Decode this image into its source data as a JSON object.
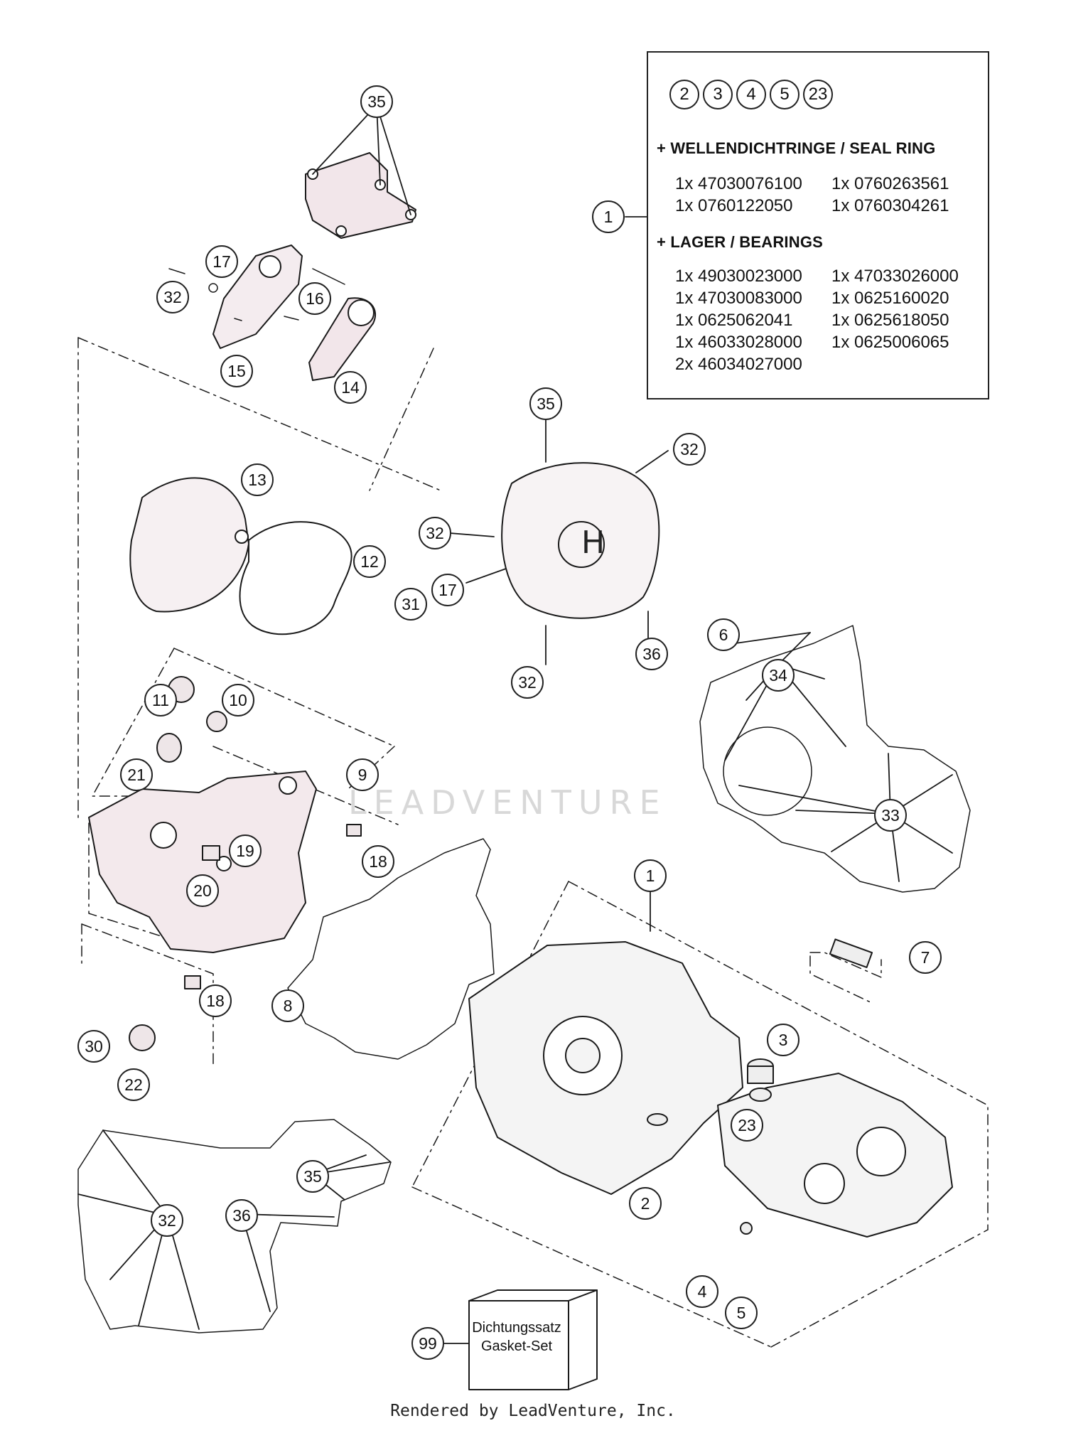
{
  "parts_box": {
    "circles": [
      "2",
      "3",
      "4",
      "5",
      "23"
    ],
    "seal_heading": "+ WELLENDICHTRINGE / SEAL RING",
    "seal_rows": [
      [
        "1x 47030076100",
        "1x 0760263561"
      ],
      [
        "1x 0760122050",
        "1x 0760304261"
      ]
    ],
    "bearing_heading": "+ LAGER / BEARINGS",
    "bearing_rows": [
      [
        "1x 49030023000",
        "1x 47033026000"
      ],
      [
        "1x 47030083000",
        "1x 0625160020"
      ],
      [
        "1x 0625062041",
        "1x 0625618050"
      ],
      [
        "1x 46033028000",
        "1x 0625006065"
      ],
      [
        "2x 46034027000",
        ""
      ]
    ]
  },
  "callouts": [
    "35",
    "17",
    "32",
    "16",
    "15",
    "14",
    "13",
    "12",
    "35",
    "32",
    "32",
    "17",
    "31",
    "32",
    "36",
    "6",
    "34",
    "33",
    "11",
    "10",
    "21",
    "9",
    "19",
    "20",
    "18",
    "18",
    "8",
    "30",
    "22",
    "1",
    "7",
    "3",
    "23",
    "2",
    "4",
    "5",
    "32",
    "35",
    "36",
    "99",
    "1"
  ],
  "gasket_set": {
    "line1": "Dichtungssatz",
    "line2": "Gasket-Set"
  },
  "watermark": "LEADVENTURE",
  "footer": "Rendered by LeadVenture, Inc."
}
